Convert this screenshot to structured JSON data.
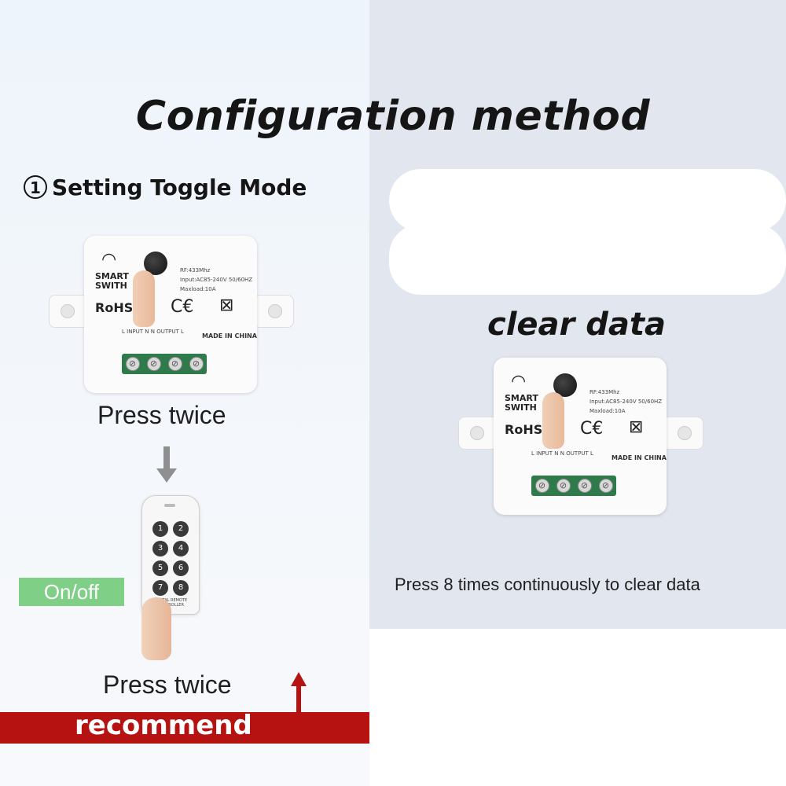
{
  "title": "Configuration method",
  "step1": {
    "number": "1",
    "title": "Setting Toggle Mode",
    "caption_top": "Press twice",
    "caption_bottom": "Press twice",
    "onoff_label": "On/off",
    "recommend_label": "recommend"
  },
  "clear": {
    "title": "clear data",
    "caption": "Press 8 times continuously to clear data"
  },
  "device": {
    "brand_line1": "SMART",
    "brand_line2": "SWITH",
    "spec_rf": "RF:433Mhz",
    "spec_input": "Input:AC85-240V 50/60HZ",
    "spec_maxload": "Maxload:10A",
    "cert": "RoHS",
    "ce_mark": "C€",
    "wiring": "L  INPUT  N   N  OUTPUT  L",
    "made_in": "MADE IN CHINA"
  },
  "remote": {
    "keys": [
      "1",
      "2",
      "3",
      "4",
      "5",
      "6",
      "7",
      "8"
    ],
    "label": "DIGITAL REMOTE CONTROLLER"
  },
  "colors": {
    "recommend_red": "#b71212",
    "onoff_green": "#7fcf86",
    "terminal_green": "#2f7a4a"
  }
}
